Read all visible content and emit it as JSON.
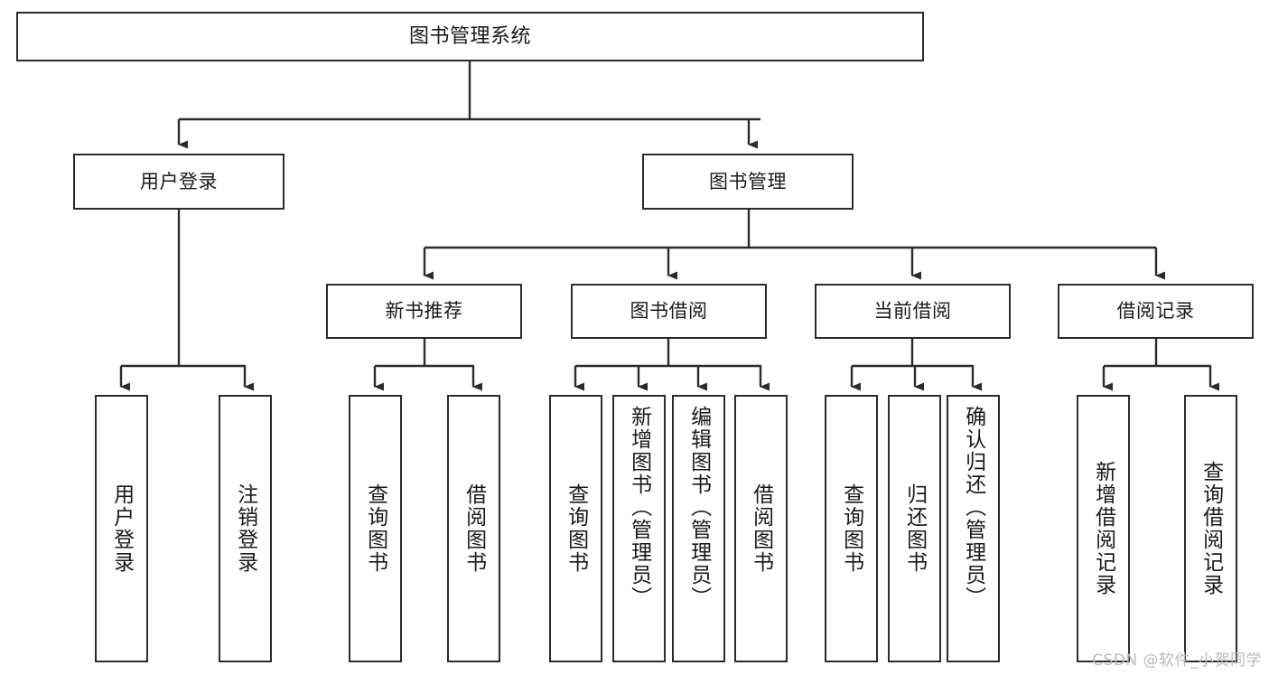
{
  "diagram": {
    "type": "tree-hierarchy",
    "title": "图书管理系统",
    "colors": {
      "box_border": "#2b2b2b",
      "box_fill": "#ffffff",
      "connector": "#2b2b2b",
      "text": "#1a1a1a",
      "watermark": "#b9b9b9"
    },
    "nodes": {
      "root": {
        "label": "图书管理系统"
      },
      "level2": [
        {
          "id": "user-login",
          "label": "用户登录"
        },
        {
          "id": "book-management",
          "label": "图书管理"
        }
      ],
      "level3": [
        {
          "id": "new-book-recommend",
          "label": "新书推荐"
        },
        {
          "id": "book-borrow",
          "label": "图书借阅"
        },
        {
          "id": "current-borrow",
          "label": "当前借阅"
        },
        {
          "id": "borrow-record",
          "label": "借阅记录"
        }
      ],
      "leaves": {
        "user-login": [
          {
            "id": "leaf-user-login",
            "label": "用户登录"
          },
          {
            "id": "leaf-logout-login",
            "label": "注销登录"
          }
        ],
        "new-book-recommend": [
          {
            "id": "leaf-query-book-1",
            "label": "查询图书"
          },
          {
            "id": "leaf-borrow-book-1",
            "label": "借阅图书"
          }
        ],
        "book-borrow": [
          {
            "id": "leaf-query-book-2",
            "label": "查询图书"
          },
          {
            "id": "leaf-add-book-admin",
            "label": "新增图书（管理员）"
          },
          {
            "id": "leaf-edit-book-admin",
            "label": "编辑图书（管理员）"
          },
          {
            "id": "leaf-borrow-book-2",
            "label": "借阅图书"
          }
        ],
        "current-borrow": [
          {
            "id": "leaf-query-book-3",
            "label": "查询图书"
          },
          {
            "id": "leaf-return-book",
            "label": "归还图书"
          },
          {
            "id": "leaf-confirm-return-admin",
            "label": "确认归还（管理员）"
          }
        ],
        "borrow-record": [
          {
            "id": "leaf-add-borrow-record",
            "label": "新增借阅记录"
          },
          {
            "id": "leaf-query-borrow-record",
            "label": "查询借阅记录"
          }
        ]
      }
    },
    "watermark": "CSDN @软件_小贺同学"
  }
}
